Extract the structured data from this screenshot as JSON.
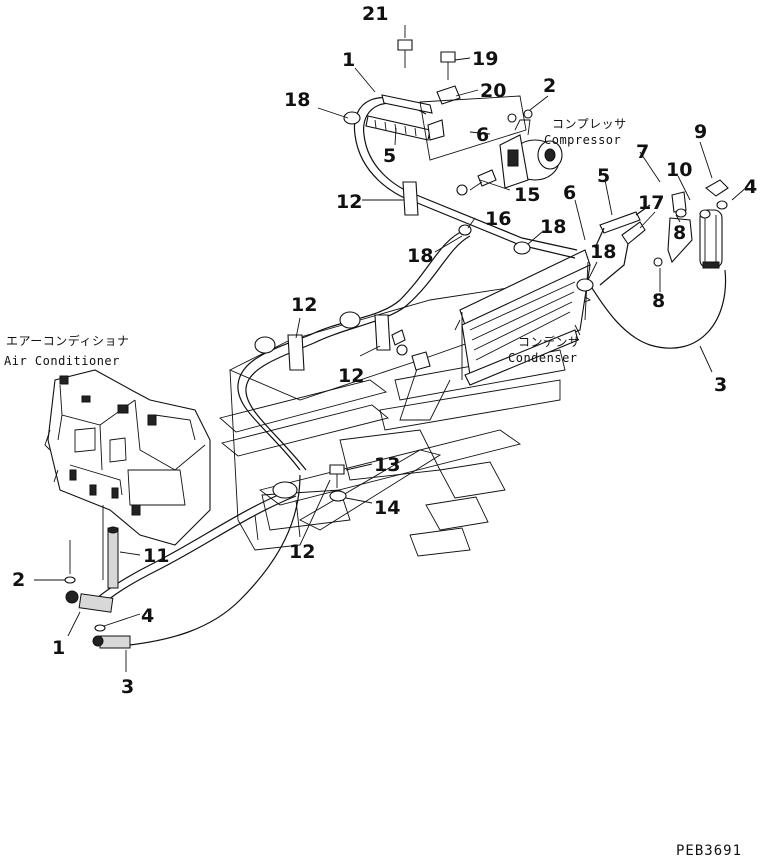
{
  "labels": {
    "compressor_jp": "コンプレッサ",
    "compressor_en": "Compressor",
    "condenser_jp": "コンデンサ",
    "condenser_en": "Condenser",
    "aircon_jp": "エアーコンディショナ",
    "aircon_en": "Air Conditioner",
    "drawing_code": "PEB3691"
  },
  "callouts": {
    "c21": "21",
    "c19": "19",
    "c20": "20",
    "c1a": "1",
    "c2a": "2",
    "c18a": "18",
    "c6a": "6",
    "c5a": "5",
    "c7": "7",
    "c9": "9",
    "c10": "10",
    "c4a": "4",
    "c15": "15",
    "c12a": "12",
    "c16": "16",
    "c18b": "18",
    "c18c": "18",
    "c6b": "6",
    "c5b": "5",
    "c17": "17",
    "c18d": "18",
    "c8a": "8",
    "c8b": "8",
    "c12b": "12",
    "c12c": "12",
    "c3a": "3",
    "c13": "13",
    "c14": "14",
    "c12d": "12",
    "c11": "11",
    "c2b": "2",
    "c4b": "4",
    "c1b": "1",
    "c3b": "3"
  }
}
